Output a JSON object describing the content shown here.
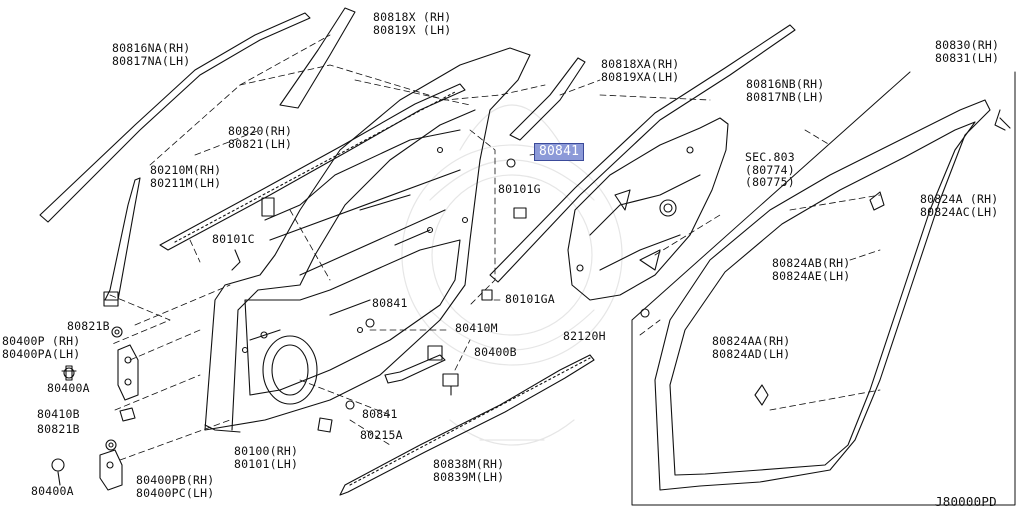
{
  "diagram_code": "J80000PD",
  "colors": {
    "ink": "#111111",
    "highlight_bg": "#8c9ad8",
    "highlight_border": "#3b4a9a",
    "background": "#ffffff"
  },
  "parts": {
    "p80816na": "80816NA(RH)",
    "p80817na": "80817NA(LH)",
    "p80818x": "80818X (RH)",
    "p80819x": "80819X (LH)",
    "p80818xa": "80818XA(RH)",
    "p80819xa": "80819XA(LH)",
    "p80816nb": "80816NB(RH)",
    "p80817nb": "80817NB(LH)",
    "p80830": "80830(RH)",
    "p80831": "80831(LH)",
    "p80820": "80820(RH)",
    "p80821": "80821(LH)",
    "p80841_hl": "80841",
    "p80210m": "80210M(RH)",
    "p80211m": "80211M(LH)",
    "p80101g": "80101G",
    "sec803": "SEC.803",
    "sec80774": "(80774)",
    "sec80775": "(80775)",
    "p80824a": "80824A (RH)",
    "p80824ac": "80824AC(LH)",
    "p80101c": "80101C",
    "p80824ab": "80824AB(RH)",
    "p80824ae": "80824AE(LH)",
    "p80841_mid": "80841",
    "p80101ga": "80101GA",
    "p80821b_top": "80821B",
    "p80410m": "80410M",
    "p80400p": "80400P (RH)",
    "p80400pa": "80400PA(LH)",
    "p82120h": "82120H",
    "p80824aa": "80824AA(RH)",
    "p80824ad": "80824AD(LH)",
    "p80400b": "80400B",
    "p80400a_top": "80400A",
    "p80841_bot": "80841",
    "p80410b": "80410B",
    "p80821b_bot": "80821B",
    "p80215a": "80215A",
    "p80100": "80100(RH)",
    "p80101": "80101(LH)",
    "p80838m": "80838M(RH)",
    "p80839m": "80839M(LH)",
    "p80400pb": "80400PB(RH)",
    "p80400pc": "80400PC(LH)",
    "p80400a_bot": "80400A"
  }
}
